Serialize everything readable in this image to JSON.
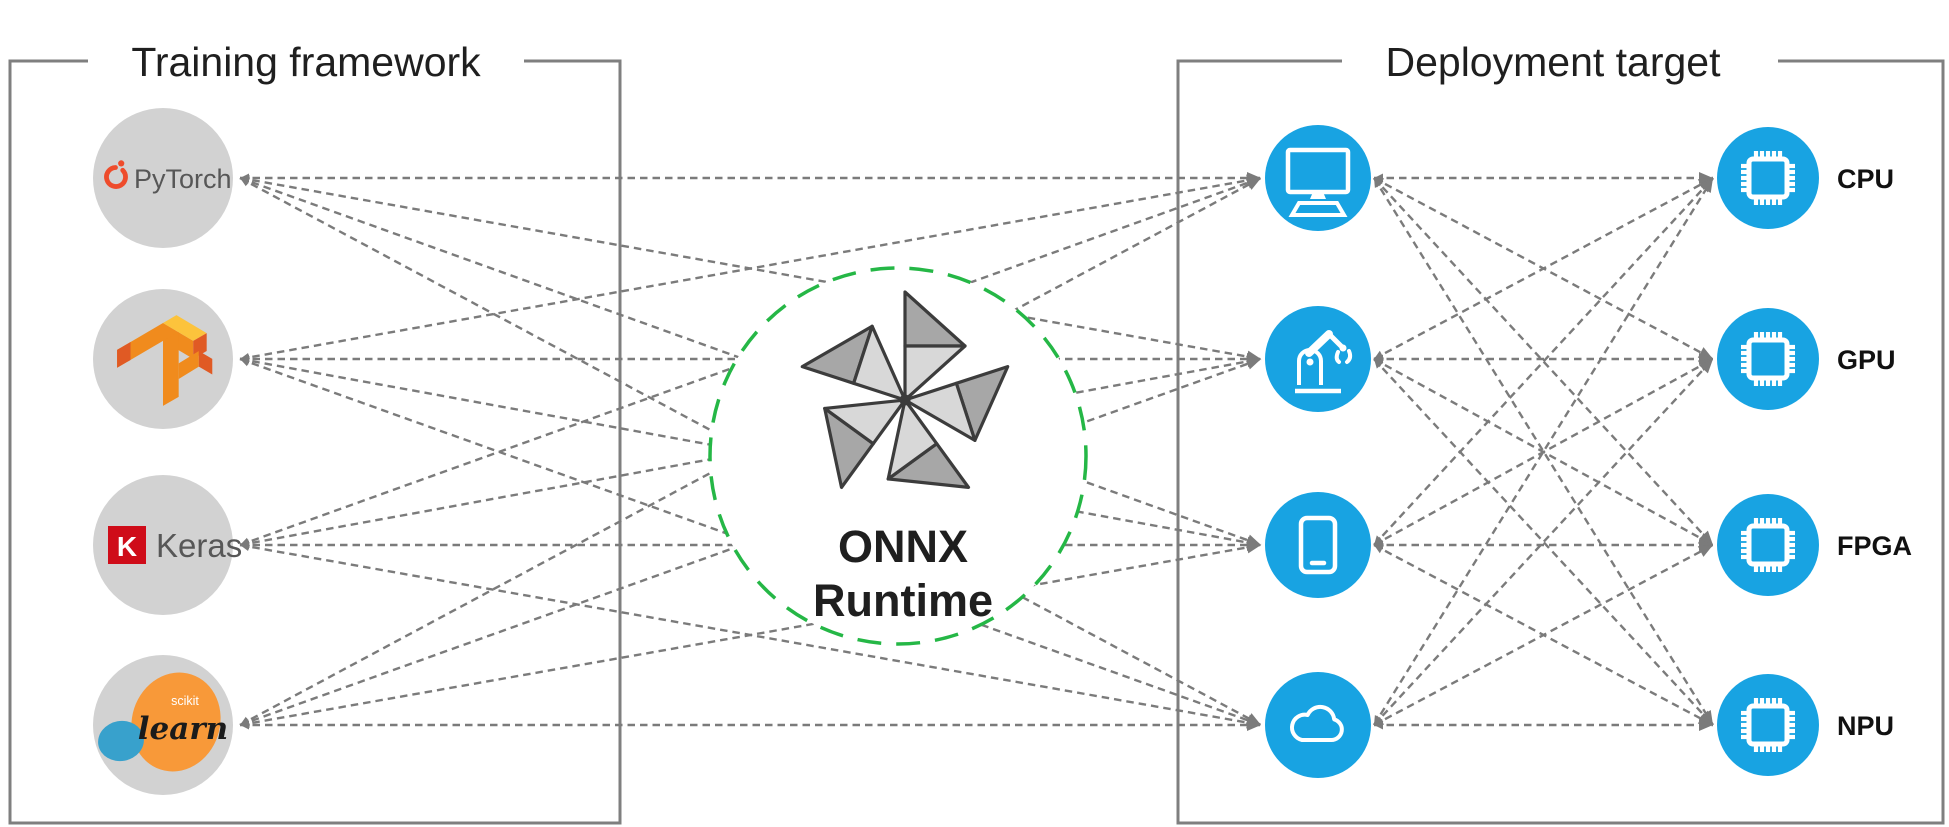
{
  "diagram": {
    "left_panel": {
      "title": "Training framework"
    },
    "right_panel": {
      "title": "Deployment target"
    },
    "onnx": {
      "line1": "ONNX",
      "line2": "Runtime"
    },
    "frameworks": [
      {
        "id": "pytorch",
        "label": "PyTorch"
      },
      {
        "id": "tensorflow"
      },
      {
        "id": "keras",
        "badge": "K",
        "label": "Keras"
      },
      {
        "id": "scikit-learn",
        "sublabel": "scikit",
        "label": "learn"
      }
    ],
    "targets": [
      {
        "id": "desktop",
        "icon": "monitor-icon"
      },
      {
        "id": "robot",
        "icon": "robot-arm-icon"
      },
      {
        "id": "mobile",
        "icon": "smartphone-icon"
      },
      {
        "id": "cloud",
        "icon": "cloud-icon"
      }
    ],
    "hardware": [
      {
        "id": "cpu",
        "icon": "chip-icon",
        "label": "CPU"
      },
      {
        "id": "gpu",
        "icon": "chip-icon",
        "label": "GPU"
      },
      {
        "id": "fpga",
        "icon": "chip-icon",
        "label": "FPGA"
      },
      {
        "id": "npu",
        "icon": "chip-icon",
        "label": "NPU"
      }
    ],
    "colors": {
      "node_blue": "#18a3e2",
      "node_gray": "#d2d2d2",
      "line_gray": "#7b7b7b",
      "border_gray": "#7f7f7f",
      "onnx_green": "#25b746",
      "pinwheel_dark": "#a7a7a7",
      "pinwheel_light": "#d8d8d8",
      "pinwheel_stroke": "#3c3c3c",
      "pytorch_orange": "#ee4c2c",
      "keras_red": "#cf0c19",
      "tf_light": "#fcc33c",
      "tf_mid": "#f08b1d",
      "tf_dark": "#e05a24",
      "sklearn_orange": "#f89939",
      "sklearn_blue": "#38a1cc",
      "label_gray": "#575757",
      "title_black": "#1f1f1f",
      "chip_label": "#111111"
    }
  }
}
